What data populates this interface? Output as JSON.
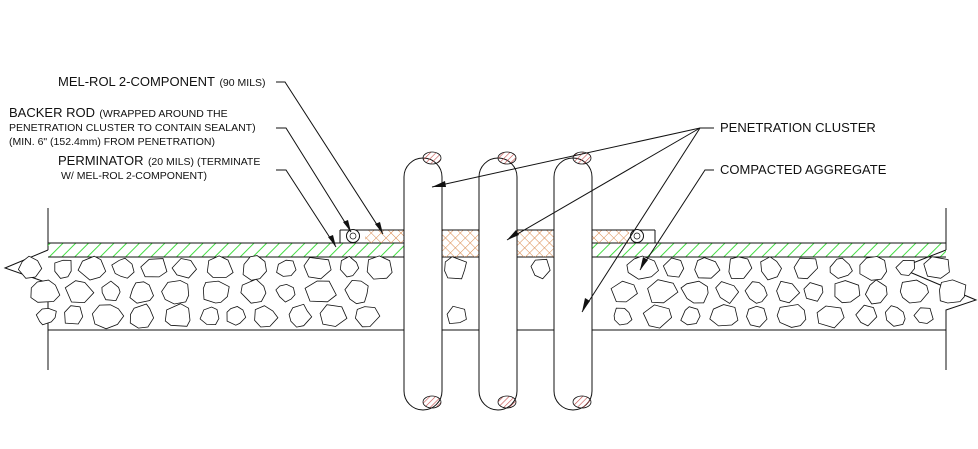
{
  "labels": {
    "mel_rol_main": "MEL-ROL 2-COMPONENT",
    "mel_rol_note": "(90 MILS)",
    "backer_main": "BACKER ROD",
    "backer_note_1": "(WRAPPED AROUND THE",
    "backer_note_2": "PENETRATION CLUSTER TO CONTAIN SEALANT)",
    "backer_note_3": "(MIN. 6\" (152.4mm) FROM PENETRATION)",
    "perminator_main": "PERMINATOR",
    "perminator_note_1": "(20 MILS) (TERMINATE",
    "perminator_note_2": "W/ MEL-ROL 2-COMPONENT)",
    "penetration_cluster": "PENETRATION CLUSTER",
    "compacted_aggregate": "COMPACTED AGGREGATE"
  },
  "colors": {
    "line": "#111111",
    "perminator_hatch": "#44dd44",
    "sealant_hatch": "#d9874a",
    "pipe_cap_hatch": "#d9874a"
  },
  "icons": {
    "aggregate": "stone-pattern",
    "backer_rod": "rod-circle",
    "pipe": "pipe-section"
  }
}
